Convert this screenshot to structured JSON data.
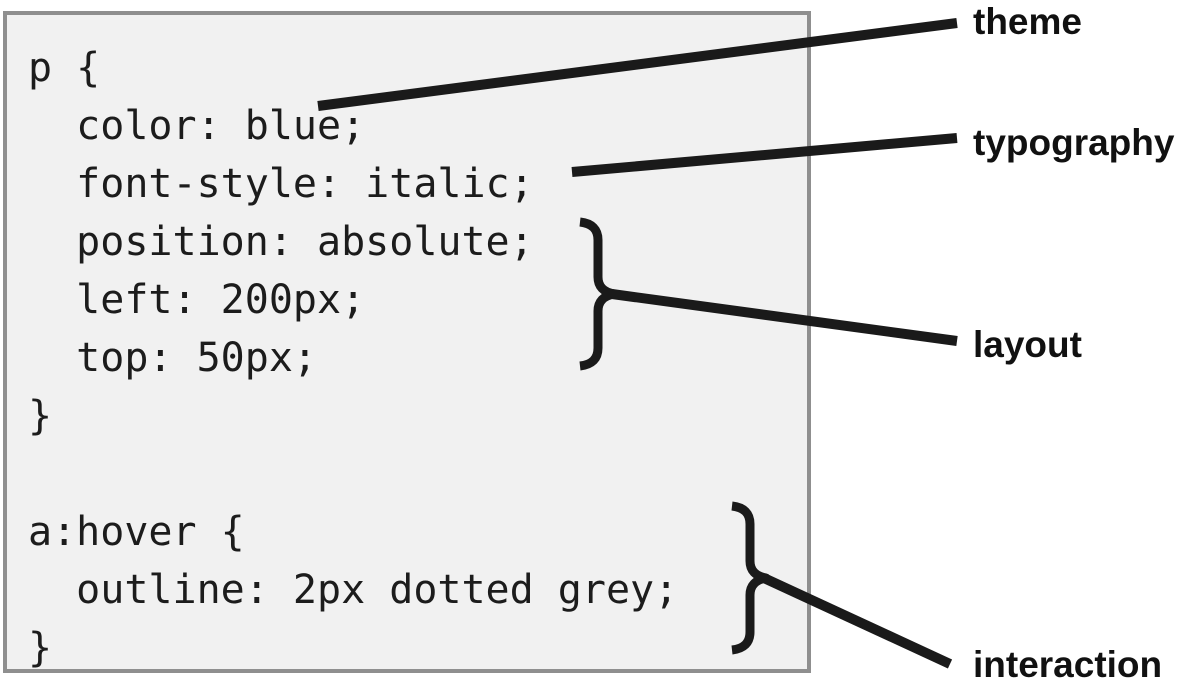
{
  "code": {
    "lines": [
      "p {",
      "  color: blue;",
      "  font-style: italic;",
      "  position: absolute;",
      "  left: 200px;",
      "  top: 50px;",
      "}",
      "",
      "a:hover {",
      "  outline: 2px dotted grey;",
      "}"
    ]
  },
  "annotations": {
    "theme": "theme",
    "typography": "typography",
    "layout": "layout",
    "interaction": "interaction"
  },
  "colors": {
    "box_background": "#f1f1f1",
    "box_border": "#8f8f8f",
    "ink": "#1a1a1a",
    "page_background": "#ffffff"
  }
}
